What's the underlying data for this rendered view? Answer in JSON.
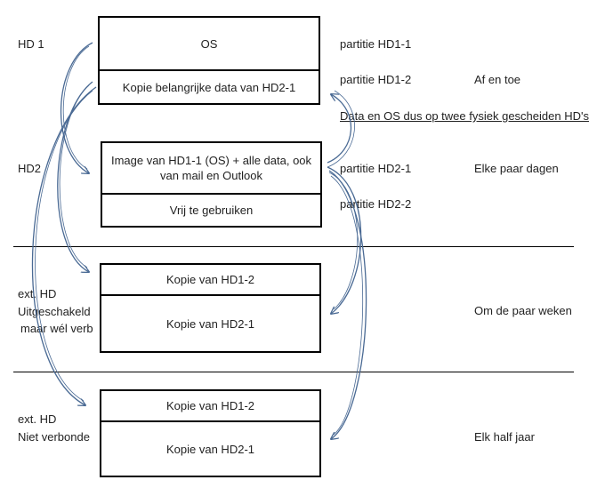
{
  "left_labels": {
    "hd1": "HD 1",
    "hd2": "HD2",
    "ext1_line1": "ext. HD",
    "ext1_line2": "Uitgeschakeld",
    "ext1_line3": "maar wél verb",
    "ext2_line1": "ext. HD",
    "ext2_line2": "Niet verbonde"
  },
  "boxes": {
    "hd1": {
      "top": "OS",
      "bottom": "Kopie belangrijke data van HD2-1"
    },
    "hd2": {
      "top_line1": "Image van HD1-1 (OS) + alle data, ook",
      "top_line2": "van mail en Outlook",
      "bottom": "Vrij te gebruiken"
    },
    "ext1": {
      "top": "Kopie van HD1-2",
      "bottom": "Kopie van HD2-1"
    },
    "ext2": {
      "top": "Kopie van HD1-2",
      "bottom": "Kopie van HD2-1"
    }
  },
  "partitions": {
    "p1": "partitie HD1-1",
    "p2": "partitie HD1-2",
    "p3": "partitie HD2-1",
    "p4": "partitie HD2-2"
  },
  "note": "Data en OS dus op twee fysiek gescheiden HD's",
  "frequency": {
    "f1": "Af en toe",
    "f2": "Elke paar dagen",
    "f3": "Om de paar weken",
    "f4": "Elk half jaar"
  }
}
